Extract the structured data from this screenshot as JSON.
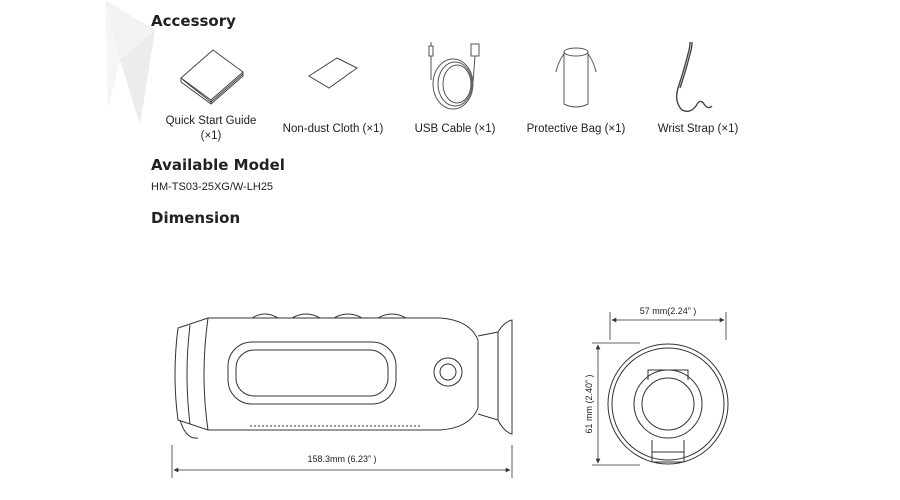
{
  "sections": {
    "accessory_title": "Accessory",
    "model_title": "Available Model",
    "dimension_title": "Dimension"
  },
  "accessories": [
    {
      "line1": "Quick Start Guide",
      "line2": "(×1)",
      "icon": "booklet-icon"
    },
    {
      "line1": "Non-dust Cloth (×1)",
      "line2": "",
      "icon": "cloth-icon"
    },
    {
      "line1": "USB Cable (×1)",
      "line2": "",
      "icon": "usb-cable-icon"
    },
    {
      "line1": "Protective Bag (×1)",
      "line2": "",
      "icon": "protective-bag-icon"
    },
    {
      "line1": "Wrist Strap (×1)",
      "line2": "",
      "icon": "wrist-strap-icon"
    }
  ],
  "model": "HM-TS03-25XG/W-LH25",
  "dimensions": {
    "length": "158.3mm (6.23” )",
    "width": "57 mm(2.24” )",
    "height": "61 mm (2.40” )"
  }
}
